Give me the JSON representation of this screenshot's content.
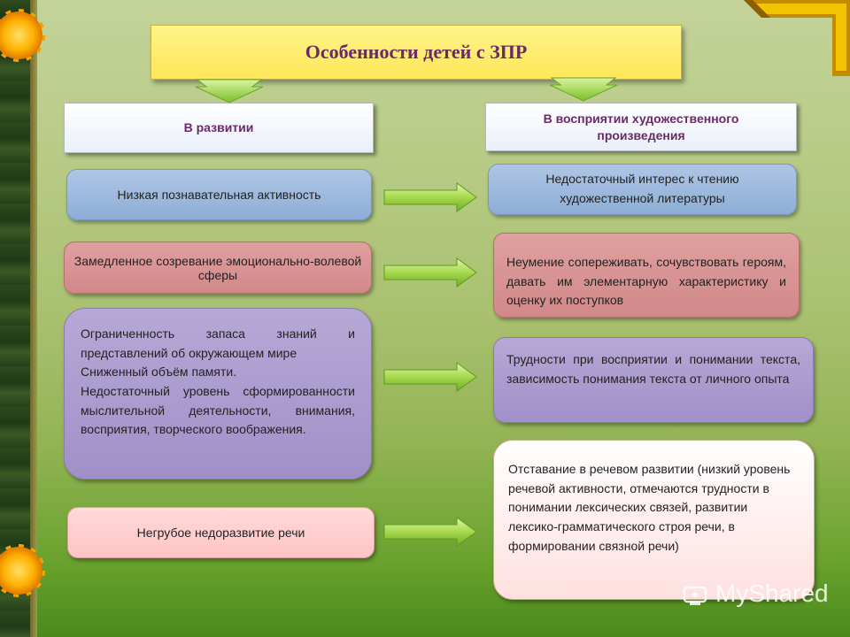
{
  "title": "Особенности детей с ЗПР",
  "left_header": "В развитии",
  "right_header": "В восприятии художественного произведения",
  "left_items": [
    "Низкая познавательная активность",
    "Замедленное созревание эмоционально-волевой сферы",
    "Ограниченность запаса знаний и представлений об окружающем мире",
    "Сниженный объём памяти.",
    "Недостаточный уровень сформированности мыслительной деятельности, внимания, восприятия, творческого воображения.",
    "Негрубое недоразвитие речи"
  ],
  "right_items": [
    "Недостаточный интерес к чтению художественной литературы",
    "Неумение сопереживать, сочувствовать героям, давать им элементарную характеристику и оценку их поступков",
    "Трудности при восприятии и понимании текста, зависимость понимания текста от личного опыта",
    "Отставание в речевом развитии (низкий уровень речевой активности, отмечаются трудности в понимании лексических связей, развитии лексико-грамматического строя речи, в формировании связной речи)"
  ],
  "watermark": "MyShared",
  "colors": {
    "title_bg": "#ffe75a",
    "title_text": "#6a2a6a",
    "box_blue": "#8eaed6",
    "box_red": "#d18888",
    "box_purple": "#a190c8",
    "box_pink": "#ffc4c4",
    "arrow_green": "#8cc63f"
  }
}
